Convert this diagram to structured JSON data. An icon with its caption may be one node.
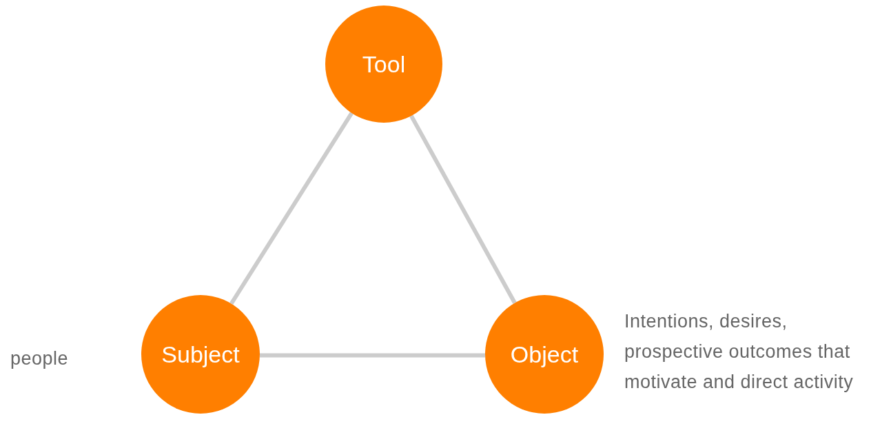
{
  "diagram": {
    "nodes": [
      {
        "text": [
          "Tool"
        ]
      },
      {
        "text": [
          "Subject"
        ],
        "beside": [
          "people"
        ]
      },
      {
        "text": [
          "Object"
        ],
        "beside": [
          "Intentions, desires, prospective outcomes that motivate and direct activity"
        ]
      }
    ],
    "edges": [
      {
        "from": 0,
        "to": 1,
        "arrow": "none"
      },
      {
        "from": 0,
        "to": 2,
        "arrow": "none"
      },
      {
        "from": 1,
        "to": 2,
        "arrow": "none"
      }
    ]
  }
}
